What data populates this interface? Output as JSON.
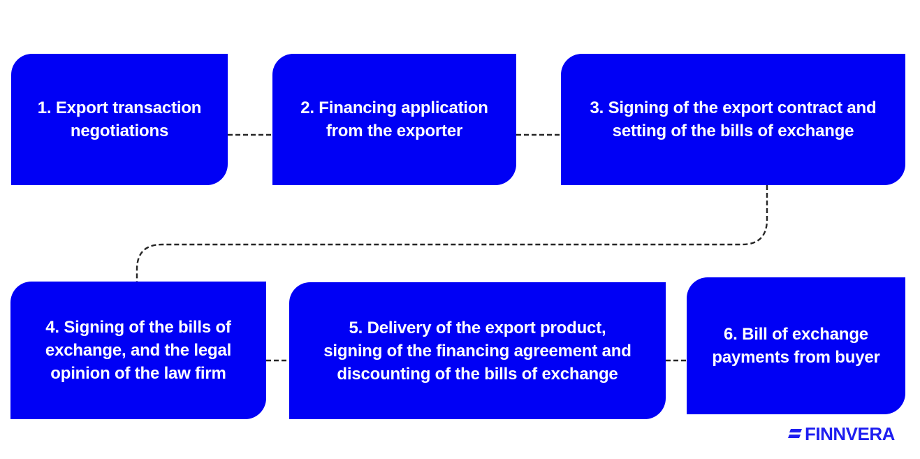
{
  "diagram": {
    "type": "process-flow",
    "colors": {
      "box_fill": "#0000f5",
      "box_text": "#ffffff",
      "connector": "#262626",
      "logo": "#1e1ef0",
      "background": "#ffffff"
    },
    "steps": [
      {
        "number": 1,
        "label": "1. Export transaction\nnegotiations"
      },
      {
        "number": 2,
        "label": "2. Financing application\nfrom the exporter"
      },
      {
        "number": 3,
        "label": "3. Signing of the export contract and\nsetting of the bills of exchange"
      },
      {
        "number": 4,
        "label": "4. Signing of the bills of\nexchange, and the legal\nopinion of the law firm"
      },
      {
        "number": 5,
        "label": "5. Delivery of the export product,\nsigning of the financing agreement and\ndiscounting of the bills of exchange"
      },
      {
        "number": 6,
        "label": "6. Bill of exchange\npayments from buyer"
      }
    ],
    "connections": [
      {
        "from": 1,
        "to": 2,
        "style": "dashed"
      },
      {
        "from": 2,
        "to": 3,
        "style": "dashed"
      },
      {
        "from": 3,
        "to": 4,
        "style": "dashed"
      },
      {
        "from": 4,
        "to": 5,
        "style": "dashed"
      },
      {
        "from": 5,
        "to": 6,
        "style": "dashed"
      }
    ]
  },
  "branding": {
    "logo_text": "FINNVERA",
    "logo_icon": "finnvera-mark-icon"
  }
}
